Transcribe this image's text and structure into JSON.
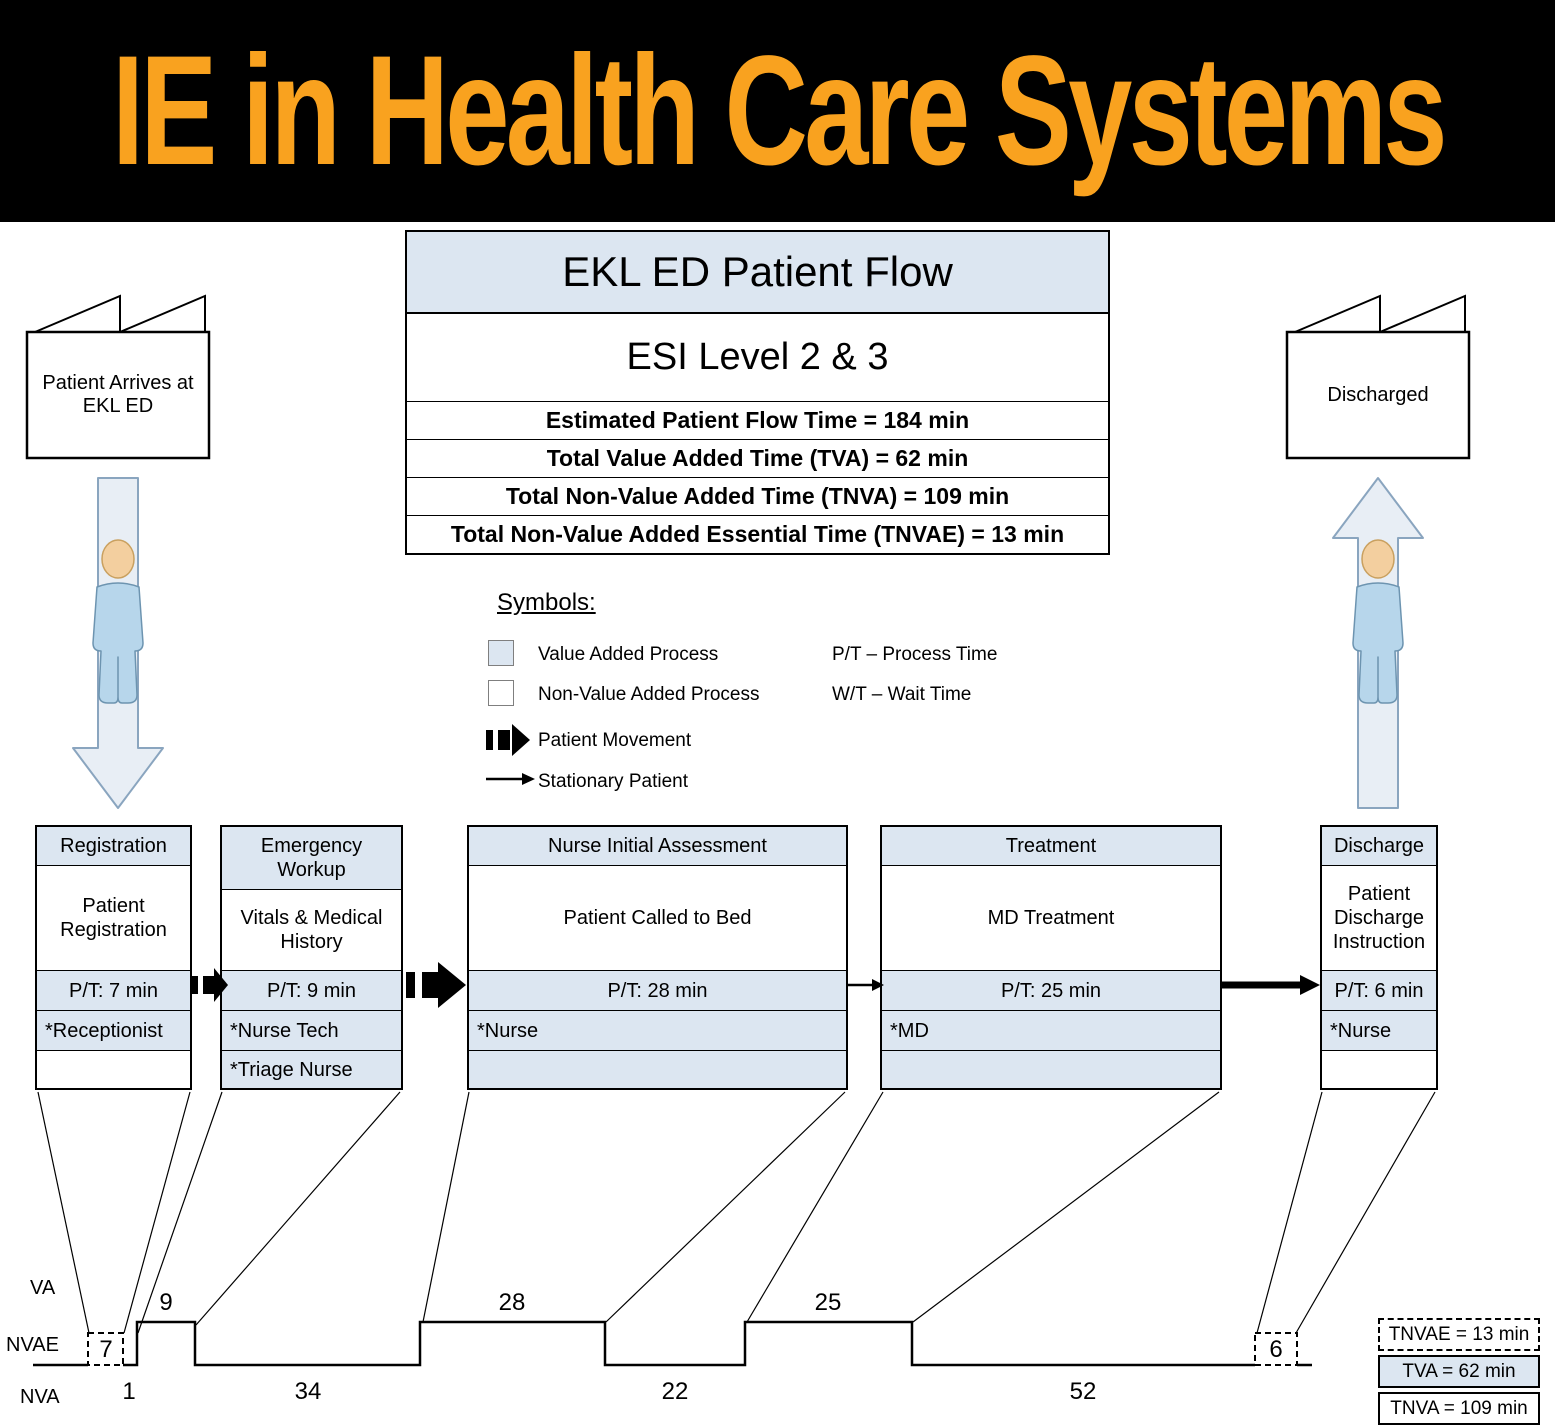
{
  "colors": {
    "accent_blue": "#dce6f1",
    "banner_orange": "#F9A21F"
  },
  "banner": {
    "title": "IE in Health Care Systems"
  },
  "title_box": {
    "title": "EKL ED Patient Flow",
    "subtitle": "ESI Level 2 & 3",
    "stats": [
      "Estimated Patient Flow Time = 184 min",
      "Total Value Added Time (TVA) = 62 min",
      "Total Non-Value Added Time (TNVA) = 109 min",
      "Total Non-Value Added Essential Time (TNVAE) = 13 min"
    ]
  },
  "endpoints": {
    "start": "Patient Arrives at EKL ED",
    "end": "Discharged"
  },
  "symbols_legend": {
    "heading": "Symbols:",
    "items": [
      {
        "icon": "value-added-swatch",
        "label": "Value Added Process"
      },
      {
        "icon": "non-value-added-swatch",
        "label": "Non-Value Added Process"
      },
      {
        "icon": "patient-movement-icon",
        "label": "Patient Movement"
      },
      {
        "icon": "stationary-patient-icon",
        "label": "Stationary Patient"
      }
    ],
    "abbreviations": [
      "P/T – Process Time",
      "W/T – Wait Time"
    ]
  },
  "processes": [
    {
      "title": "Registration",
      "description": "Patient Registration",
      "pt": "P/T: 7 min",
      "resources": [
        "*Receptionist"
      ]
    },
    {
      "title": "Emergency Workup",
      "description": "Vitals & Medical History",
      "pt": "P/T: 9 min",
      "resources": [
        "*Nurse Tech",
        "*Triage Nurse"
      ]
    },
    {
      "title": "Nurse Initial Assessment",
      "description": "Patient Called to Bed",
      "pt": "P/T: 28 min",
      "resources": [
        "*Nurse"
      ]
    },
    {
      "title": "Treatment",
      "description": "MD Treatment",
      "pt": "P/T: 25 min",
      "resources": [
        "*MD"
      ]
    },
    {
      "title": "Discharge",
      "description": "Patient Discharge Instruction",
      "pt": "P/T: 6 min",
      "resources": [
        "*Nurse"
      ]
    }
  ],
  "timeline": {
    "row_labels": [
      "VA",
      "NVAE",
      "NVA"
    ],
    "segments": [
      {
        "category": "NVAE",
        "minutes": 7
      },
      {
        "category": "NVA",
        "minutes": 1
      },
      {
        "category": "VA",
        "minutes": 9
      },
      {
        "category": "NVA",
        "minutes": 34
      },
      {
        "category": "VA",
        "minutes": 28
      },
      {
        "category": "NVA",
        "minutes": 22
      },
      {
        "category": "VA",
        "minutes": 25
      },
      {
        "category": "NVA",
        "minutes": 52
      },
      {
        "category": "NVAE",
        "minutes": 6
      }
    ],
    "totals": [
      "TNVAE = 13 min",
      "TVA = 62 min",
      "TNVA = 109 min"
    ]
  }
}
